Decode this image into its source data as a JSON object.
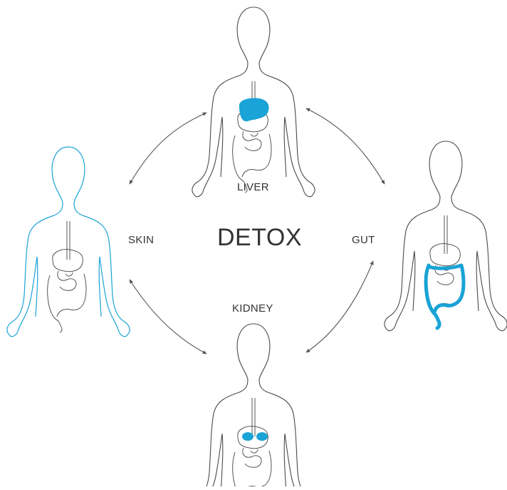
{
  "center_label": "DETOX",
  "organs": [
    {
      "label": "LIVER",
      "highlight": "liver"
    },
    {
      "label": "GUT",
      "highlight": "colon"
    },
    {
      "label": "KIDNEY",
      "highlight": "kidneys"
    },
    {
      "label": "SKIN",
      "highlight": "skin"
    }
  ],
  "colors": {
    "accent": "#1aa3d6",
    "outline": "#4a4a4a",
    "organ_outline": "#555555",
    "text": "#333333",
    "arrow": "#555555"
  },
  "icons": [
    "human-body-figure",
    "double-headed-curved-arrow"
  ]
}
